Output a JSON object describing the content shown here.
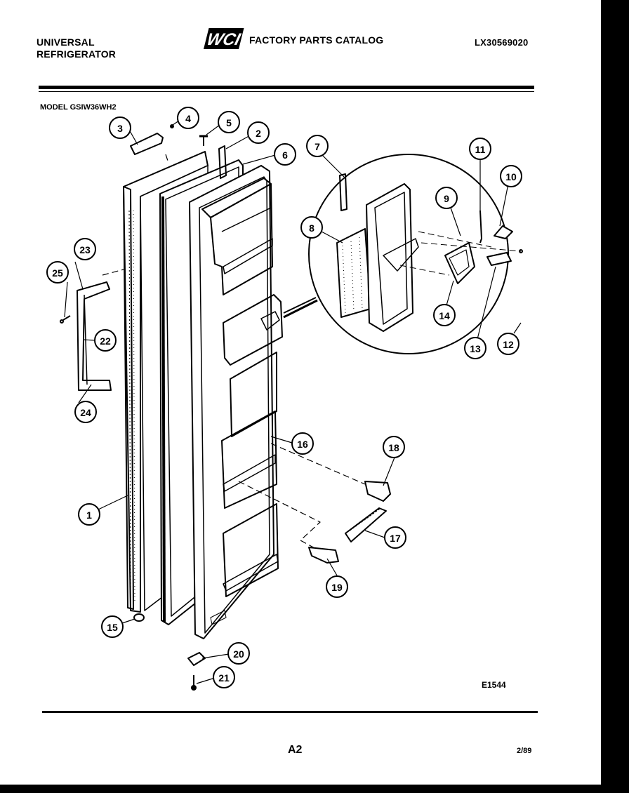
{
  "header": {
    "brand_line1": "UNIVERSAL",
    "brand_line2": "REFRIGERATOR",
    "logo_text": "WCI",
    "catalog_title": "FACTORY PARTS CATALOG",
    "catalog_code": "LX30569020"
  },
  "model_label": "MODEL GSIW36WH2",
  "figure_code": "E1544",
  "page_number": "A2",
  "date": "2/89",
  "callouts": [
    "1",
    "2",
    "3",
    "4",
    "5",
    "6",
    "7",
    "8",
    "9",
    "10",
    "11",
    "12",
    "13",
    "14",
    "15",
    "16",
    "17",
    "18",
    "19",
    "20",
    "21",
    "22",
    "23",
    "24",
    "25"
  ]
}
